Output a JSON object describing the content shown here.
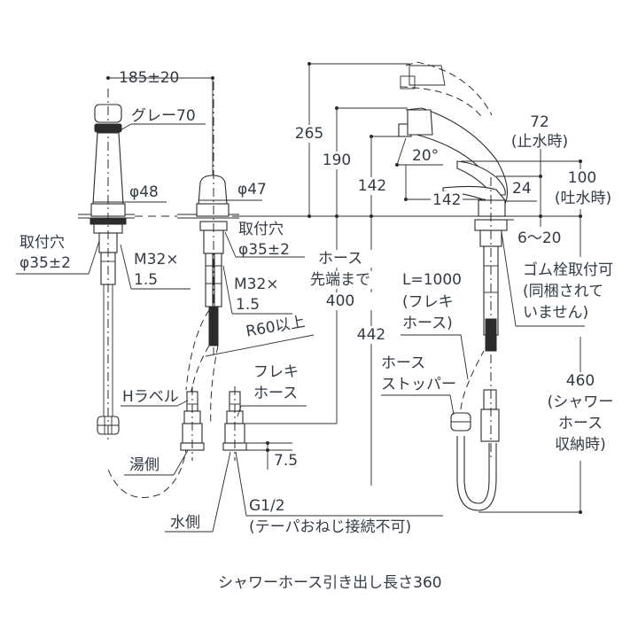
{
  "dimensions": {
    "spacing": "185±20",
    "height_265": "265",
    "height_190": "190",
    "height_142_vertical": "142",
    "reach_142": "142",
    "angle": "20°",
    "dim_72": "72",
    "dim_72_note": "(止水時)",
    "dim_100": "100",
    "dim_100_note": "(吐水時)",
    "dim_24": "24",
    "deck_thickness": "6～20",
    "dim_442": "442",
    "dim_7_5": "7.5",
    "dim_460": "460",
    "dim_460_note_1": "(シャワー",
    "dim_460_note_2": "ホース",
    "dim_460_note_3": "収納時)"
  },
  "labels": {
    "handle_gray": "グレー70",
    "phi48": "φ48",
    "phi47": "φ47",
    "mount_hole_left_1": "取付穴",
    "mount_hole_left_2": "φ35±2",
    "thread_left_1": "M32×",
    "thread_left_2": "1.5",
    "mount_hole_mid_1": "取付穴",
    "mount_hole_mid_2": "φ35±2",
    "thread_mid_1": "M32×",
    "thread_mid_2": "1.5",
    "hose_tip_1": "ホース",
    "hose_tip_2": "先端まで",
    "hose_tip_3": "400",
    "bend_radius": "R60以上",
    "flex_hose_1": "フレキ",
    "flex_hose_2": "ホース",
    "h_label": "Hラベル",
    "hot_side": "湯側",
    "cold_side": "水側",
    "thread_g": "G1/2",
    "thread_note": "(テーパおねじ接続不可)",
    "hose_length_1": "L=1000",
    "hose_length_2": "(フレキ",
    "hose_length_3": "ホース)",
    "hose_stopper_1": "ホース",
    "hose_stopper_2": "ストッパー",
    "rubber_plug_1": "ゴム栓取付可",
    "rubber_plug_2": "(同梱されて",
    "rubber_plug_3": "いません)"
  },
  "caption": "シャワーホース引き出し長さ360"
}
